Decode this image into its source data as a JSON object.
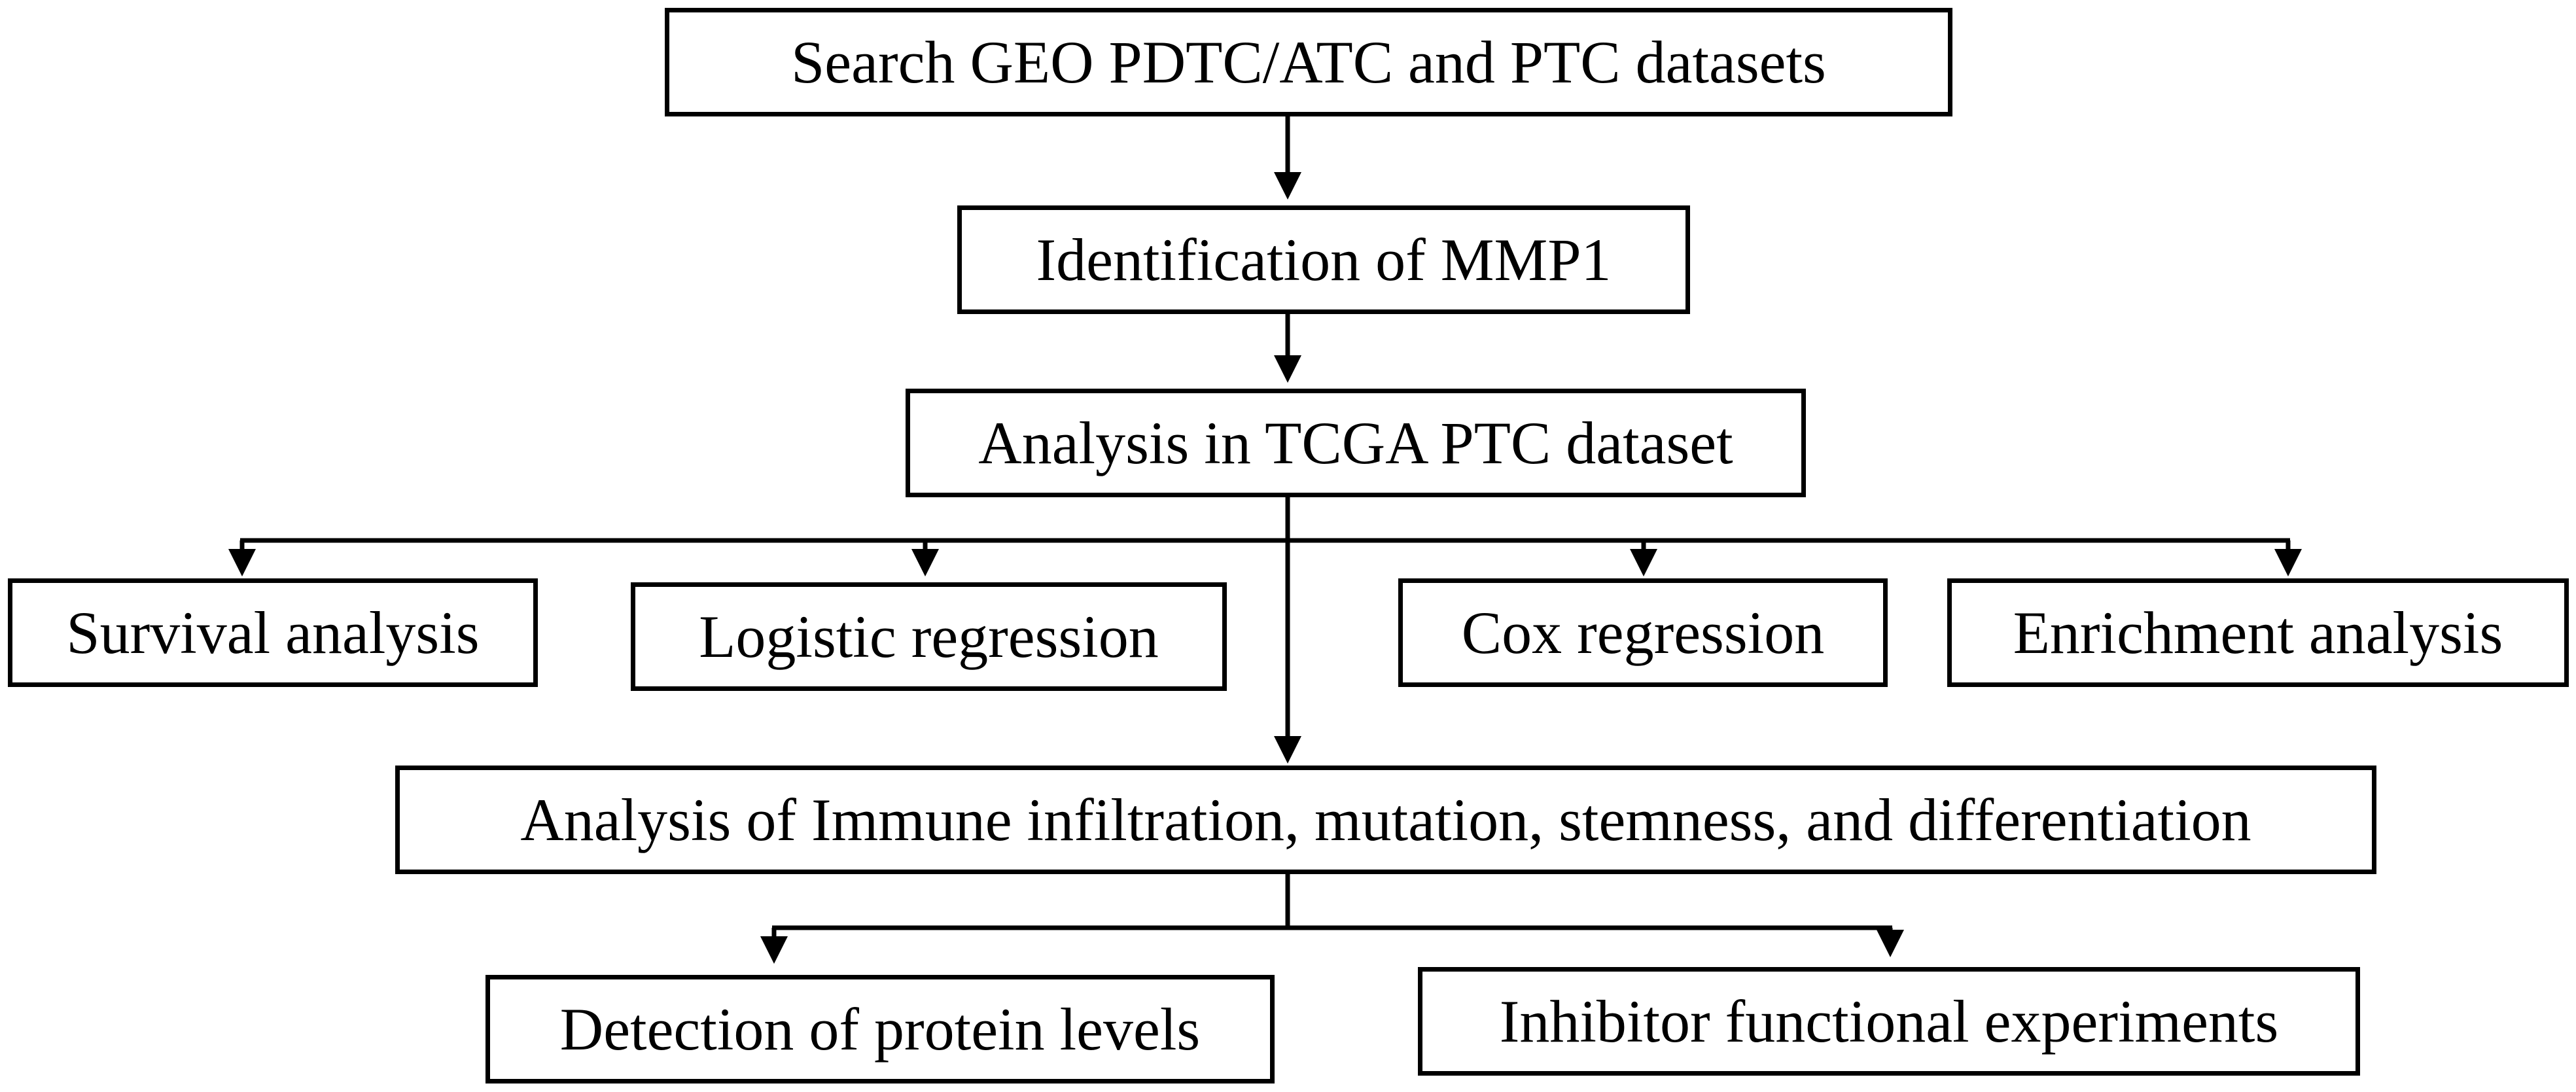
{
  "flowchart": {
    "steps": {
      "search": "Search GEO PDTC/ATC and PTC datasets",
      "identification": "Identification of MMP1",
      "tcga": "Analysis in TCGA PTC dataset",
      "survival": "Survival analysis",
      "logistic": "Logistic regression",
      "cox": "Cox regression",
      "enrichment": "Enrichment analysis",
      "immune": "Analysis of Immune infiltration, mutation, stemness, and differentiation",
      "protein": "Detection of protein levels",
      "inhibitor": "Inhibitor functional experiments"
    },
    "colors": {
      "stroke": "#000000",
      "background": "#ffffff"
    }
  }
}
